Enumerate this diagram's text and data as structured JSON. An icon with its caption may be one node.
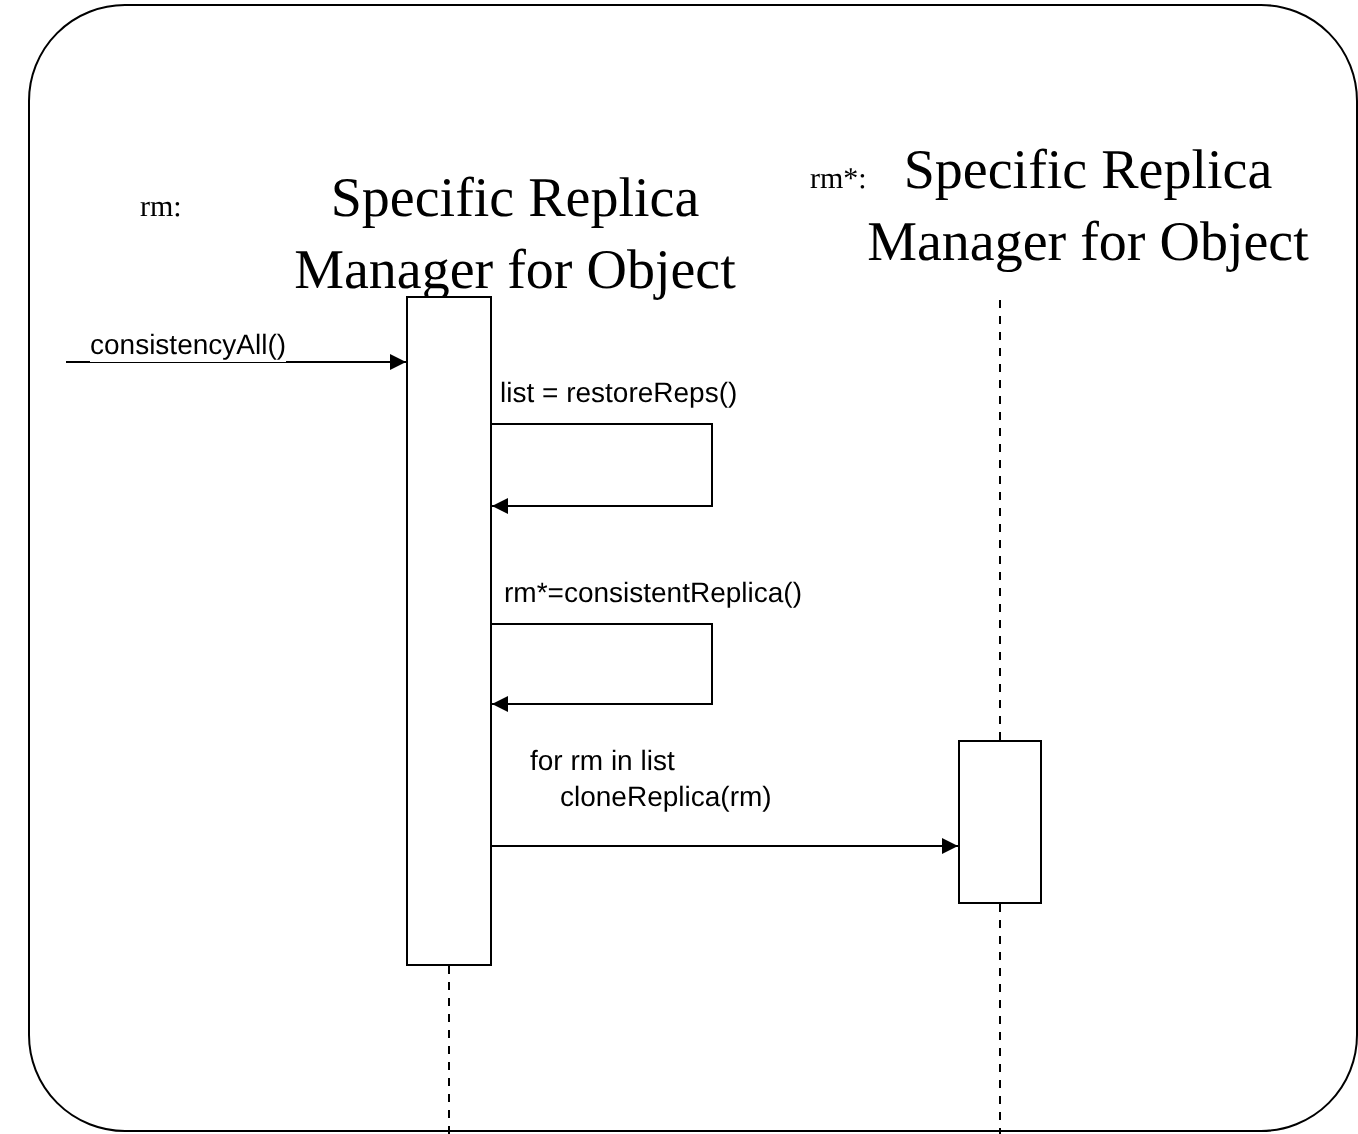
{
  "diagram": {
    "nodes": [
      {
        "text": [
          "rm:",
          "Specific Replica Manager for Object"
        ]
      },
      {
        "text": [],
        "shape": "box"
      },
      {
        "text": [
          "rm*:",
          "Specific Replica Manager for Object"
        ]
      },
      {
        "text": [],
        "shape": "box"
      }
    ],
    "edges": [
      {
        "from": null,
        "to": 1,
        "arrow": "to",
        "label": "consistencyAll()"
      },
      {
        "from": 1,
        "to": 1,
        "arrow": "to",
        "label": "list = restoreReps()"
      },
      {
        "from": 1,
        "to": 1,
        "arrow": "to",
        "label": "rm*=consistentReplica()"
      },
      {
        "from": 1,
        "to": 3,
        "arrow": "to",
        "label": "for rm in list cloneReplica(rm)"
      },
      {
        "from": 2,
        "to": 3,
        "arrow": "none",
        "style": "dashed"
      },
      {
        "from": 1,
        "to": null,
        "arrow": "none",
        "style": "dashed"
      },
      {
        "from": 3,
        "to": null,
        "arrow": "none",
        "style": "dashed"
      }
    ]
  }
}
